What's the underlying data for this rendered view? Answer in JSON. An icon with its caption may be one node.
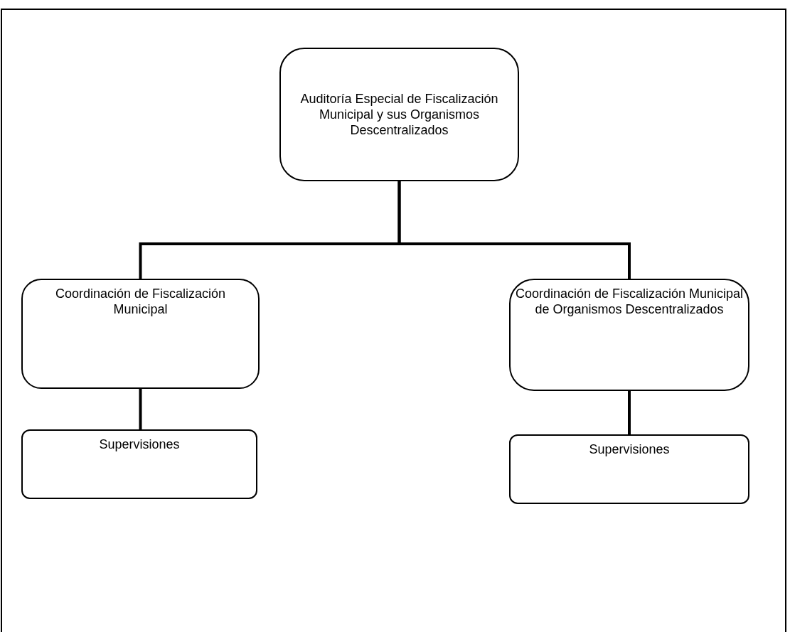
{
  "diagram": {
    "nodes": [
      {
        "text": [
          "Auditoría Especial de Fiscalización Municipal y sus Organismos Descentralizados"
        ]
      },
      {
        "text": [
          "Coordinación de Fiscalización Municipal"
        ]
      },
      {
        "text": [
          "Coordinación de Fiscalización Municipal de Organismos Descentralizados"
        ]
      },
      {
        "text": [
          "Supervisiones"
        ]
      },
      {
        "text": [
          "Supervisiones"
        ]
      }
    ],
    "edges": [
      {
        "from": 0,
        "to": 1,
        "arrow": "none"
      },
      {
        "from": 0,
        "to": 2,
        "arrow": "none"
      },
      {
        "from": 1,
        "to": 3,
        "arrow": "none"
      },
      {
        "from": 2,
        "to": 4,
        "arrow": "none"
      }
    ]
  }
}
